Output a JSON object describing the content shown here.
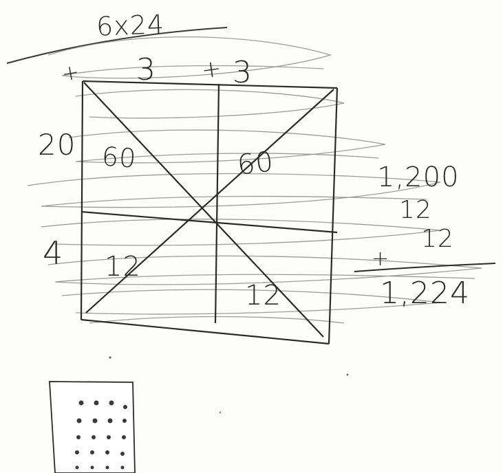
{
  "problem": "6x24",
  "box": {
    "top_labels": [
      "3",
      "3"
    ],
    "plus_sign": "+",
    "left_plus": "+",
    "side_labels": [
      "20",
      "4"
    ],
    "cells": [
      "60",
      "60",
      "12",
      "12"
    ]
  },
  "sum": {
    "addends": [
      "1,200",
      "12",
      "12"
    ],
    "plus": "+",
    "total": "1,224"
  },
  "colors": {
    "ink": "#2a2a2a",
    "paper": "#fdfdfc",
    "scribble": "#8a8a8a"
  }
}
